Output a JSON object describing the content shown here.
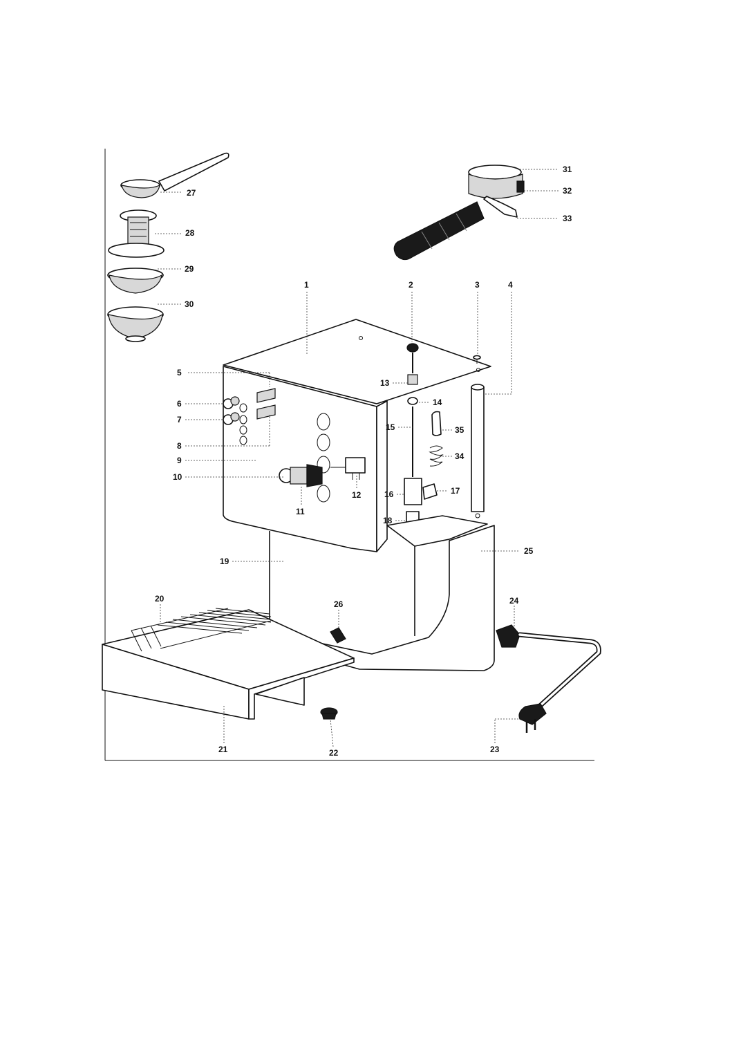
{
  "diagram": {
    "type": "exploded-parts-view",
    "callouts": [
      "1",
      "2",
      "3",
      "4",
      "5",
      "6",
      "7",
      "8",
      "9",
      "10",
      "11",
      "12",
      "13",
      "14",
      "15",
      "16",
      "17",
      "18",
      "19",
      "20",
      "21",
      "22",
      "23",
      "24",
      "25",
      "26",
      "27",
      "28",
      "29",
      "30",
      "31",
      "32",
      "33",
      "34",
      "35"
    ]
  }
}
